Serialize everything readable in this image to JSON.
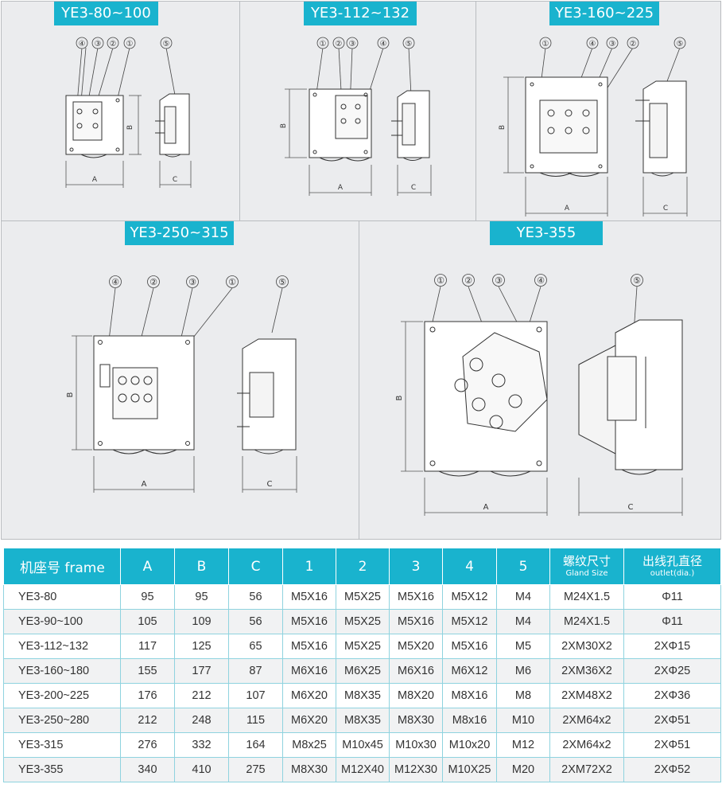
{
  "panels": [
    {
      "title": "YE3-80~100",
      "callouts": [
        "④",
        "③",
        "②",
        "①",
        "⑤"
      ],
      "dims": {
        "a": "A",
        "b": "B",
        "c": "C"
      }
    },
    {
      "title": "YE3-112~132",
      "callouts": [
        "①",
        "②",
        "③",
        "④",
        "⑤"
      ],
      "dims": {
        "a": "A",
        "b": "B",
        "c": "C"
      }
    },
    {
      "title": "YE3-160~225",
      "callouts": [
        "①",
        "④",
        "③",
        "②",
        "⑤"
      ],
      "dims": {
        "a": "A",
        "b": "B",
        "c": "C"
      }
    },
    {
      "title": "YE3-250~315",
      "callouts": [
        "④",
        "②",
        "③",
        "①",
        "⑤"
      ],
      "dims": {
        "a": "A",
        "b": "B",
        "c": "C"
      }
    },
    {
      "title": "YE3-355",
      "callouts": [
        "①",
        "②",
        "③",
        "④",
        "⑤"
      ],
      "dims": {
        "a": "A",
        "b": "B",
        "c": "C"
      }
    }
  ],
  "table": {
    "headers": {
      "frame": "机座号 frame",
      "a": "A",
      "b": "B",
      "c": "C",
      "n1": "1",
      "n2": "2",
      "n3": "3",
      "n4": "4",
      "n5": "5",
      "gland_cn": "螺纹尺寸",
      "gland_en": "Gland Size",
      "outlet_cn": "出线孔直径",
      "outlet_en": "outlet(dia.)"
    },
    "rows": [
      [
        "YE3-80",
        "95",
        "95",
        "56",
        "M5X16",
        "M5X25",
        "M5X16",
        "M5X12",
        "M4",
        "M24X1.5",
        "Φ11"
      ],
      [
        "YE3-90~100",
        "105",
        "109",
        "56",
        "M5X16",
        "M5X25",
        "M5X16",
        "M5X12",
        "M4",
        "M24X1.5",
        "Φ11"
      ],
      [
        "YE3-112~132",
        "117",
        "125",
        "65",
        "M5X16",
        "M5X25",
        "M5X20",
        "M5X16",
        "M5",
        "2XM30X2",
        "2XΦ15"
      ],
      [
        "YE3-160~180",
        "155",
        "177",
        "87",
        "M6X16",
        "M6X25",
        "M6X16",
        "M6X12",
        "M6",
        "2XM36X2",
        "2XΦ25"
      ],
      [
        "YE3-200~225",
        "176",
        "212",
        "107",
        "M6X20",
        "M8X35",
        "M8X20",
        "M8X16",
        "M8",
        "2XM48X2",
        "2XΦ36"
      ],
      [
        "YE3-250~280",
        "212",
        "248",
        "115",
        "M6X20",
        "M8X35",
        "M8X30",
        "M8x16",
        "M10",
        "2XM64x2",
        "2XΦ51"
      ],
      [
        "YE3-315",
        "276",
        "332",
        "164",
        "M8x25",
        "M10x45",
        "M10x30",
        "M10x20",
        "M12",
        "2XM64x2",
        "2XΦ51"
      ],
      [
        "YE3-355",
        "340",
        "410",
        "275",
        "M8X30",
        "M12X40",
        "M12X30",
        "M10X25",
        "M20",
        "2XM72X2",
        "2XΦ52"
      ]
    ]
  }
}
